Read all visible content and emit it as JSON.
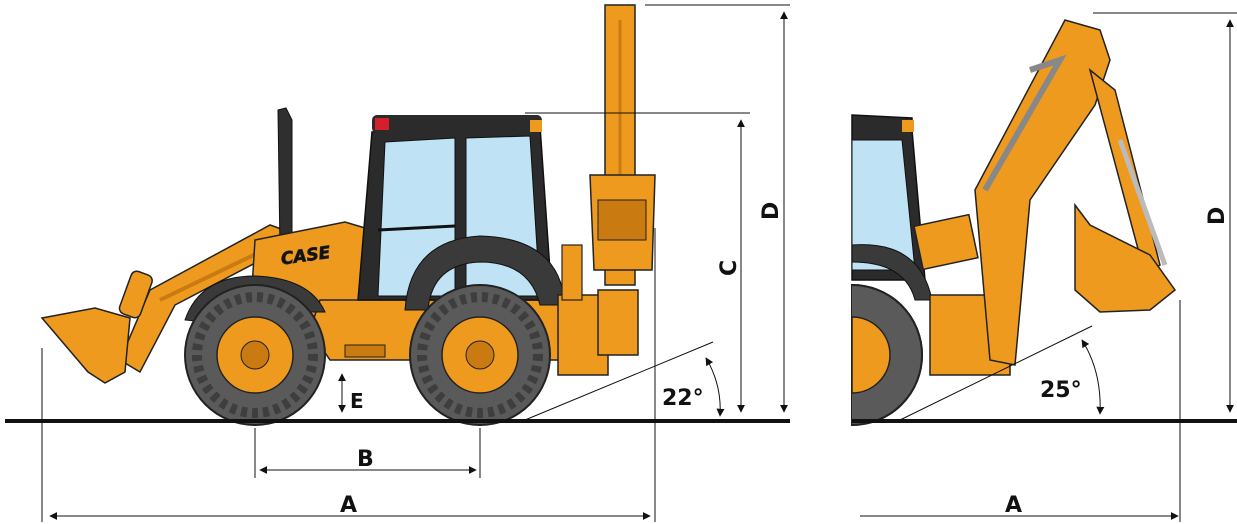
{
  "labels": {
    "a_left": "A",
    "b": "B",
    "c": "C",
    "d_left": "D",
    "e": "E",
    "angle_left": "22°",
    "a_right": "A",
    "d_right": "D",
    "angle_right": "25°",
    "brand": "CASE"
  },
  "colors": {
    "body": "#EE9A1F",
    "body_dark": "#C97A10",
    "tyre": "#5A5A5A",
    "tyre_tread": "#3E3E3E",
    "cab_glass": "#BFE3F5",
    "cab_frame": "#2B2B2B",
    "ground": "#111111"
  }
}
